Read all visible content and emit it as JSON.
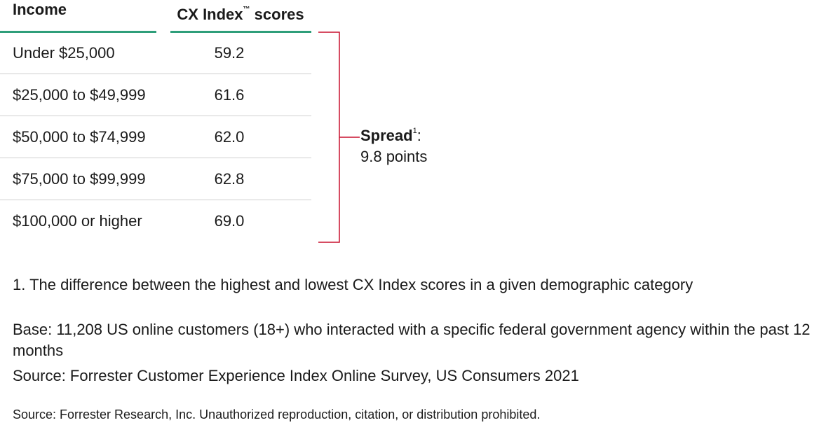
{
  "chart_data": {
    "type": "table",
    "columns": [
      "Income",
      "CX Index",
      "™",
      "scores"
    ],
    "rows": [
      {
        "income": "Under $25,000",
        "score": "59.2"
      },
      {
        "income": "$25,000 to $49,999",
        "score": "61.6"
      },
      {
        "income": "$50,000 to $74,999",
        "score": "62.0"
      },
      {
        "income": "$75,000 to $99,999",
        "score": "62.8"
      },
      {
        "income": "$100,000 or higher",
        "score": "69.0"
      }
    ],
    "annotation": {
      "title": "Spread",
      "superscript": "1",
      "colon": ":",
      "value": "9.8 points"
    }
  },
  "notes": {
    "footnote": "1. The difference between the highest and lowest CX Index scores in a given demographic category",
    "base": "Base: 11,208 US online customers (18+) who interacted with a specific federal government agency within the past 12 months",
    "source": "Source: Forrester Customer Experience Index Online Survey, US Consumers 2021",
    "copyright": "Source: Forrester Research, Inc. Unauthorized reproduction, citation, or distribution prohibited."
  },
  "colors": {
    "header_rule": "#2e9e7a",
    "bracket": "#c8102e",
    "row_divider": "#cfcfcf"
  }
}
